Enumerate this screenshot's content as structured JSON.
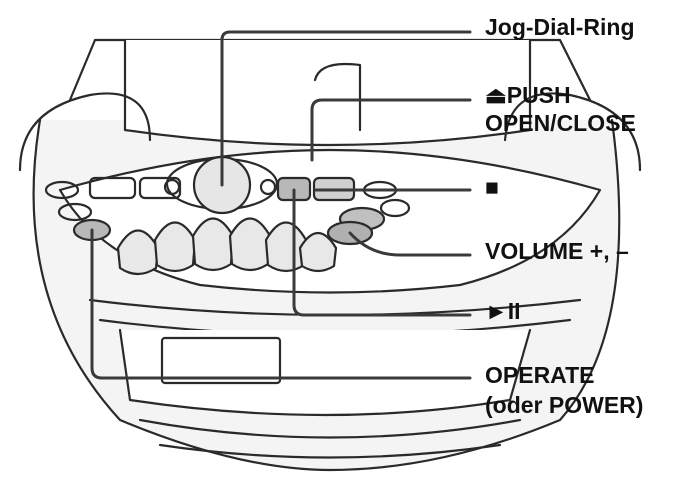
{
  "labels": {
    "jog_dial": "Jog-Dial-Ring",
    "push_line1": "⏏PUSH",
    "push_line2": "OPEN/CLOSE",
    "stop": "■",
    "volume": "VOLUME +, –",
    "play_pause": "►II",
    "operate_line1": "OPERATE",
    "operate_line2": "(oder POWER)"
  },
  "colors": {
    "line": "#3a3a3a",
    "button_fill": "#b8b8b8",
    "body_fill": "#f4f4f4"
  }
}
